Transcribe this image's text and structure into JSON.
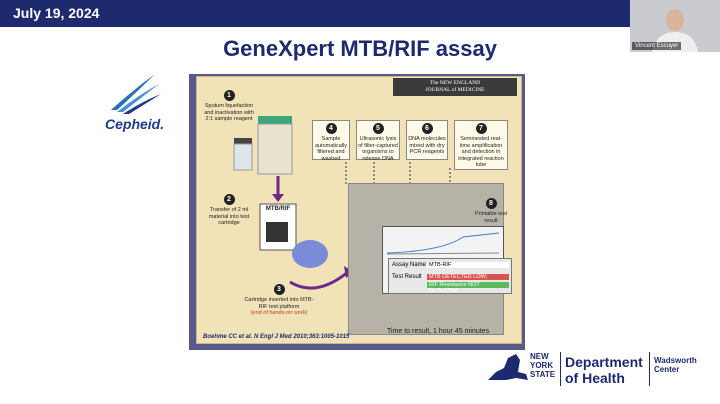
{
  "header": {
    "date": "July 19, 2024"
  },
  "video": {
    "participant": "Vincent Escuyer"
  },
  "slide": {
    "title": "GeneXpert MTB/RIF assay",
    "logo": {
      "text": "Cepheid."
    },
    "nejm": {
      "line1": "The NEW ENGLAND",
      "line2": "JOURNAL of MEDICINE"
    },
    "steps": {
      "s1": {
        "num": "1",
        "text": "Sputum liquefaction and inactivation with 2:1 sample reagent"
      },
      "s2": {
        "num": "2",
        "text": "Transfer of 2 ml material into test cartridge"
      },
      "s3": {
        "num": "3",
        "text": "Cartridge inserted into MTB-RIF test platform",
        "note": "(end of hands-on work)"
      },
      "s4": {
        "num": "4",
        "text": "Sample automatically filtered and washed"
      },
      "s5": {
        "num": "5",
        "text": "Ultrasonic lysis of filter-captured organisms to release DNA"
      },
      "s6": {
        "num": "6",
        "text": "DNA molecules mixed with dry PCR reagents"
      },
      "s7": {
        "num": "7",
        "text": "Seminested real-time amplification and detection in integrated reaction tube"
      },
      "s8": {
        "num": "8",
        "text": "Printable test result"
      }
    },
    "cartridge_label": "MTB/RIF",
    "result": {
      "assay_label": "Assay Name",
      "assay_value": "MTB-RIF",
      "test_label": "Test Result",
      "detected": "MTB DETECTED LOW;",
      "resistance": "RIF Resistance NOT DETECTED"
    },
    "time_to_result": "Time to result, 1 hour 45 minutes",
    "citation": "Boehme CC et al. N Engl J Med 2010;363:1005-1015"
  },
  "footer": {
    "state_line1": "NEW",
    "state_line2": "YORK",
    "state_line3": "STATE",
    "dept_line1": "Department",
    "dept_line2": "of Health",
    "center_line1": "Wadsworth",
    "center_line2": "Center"
  },
  "colors": {
    "header_bg": "#1e2a6e",
    "title": "#1e2a6e",
    "detected_bg": "#d9534f",
    "resistance_bg": "#5cb85c"
  }
}
